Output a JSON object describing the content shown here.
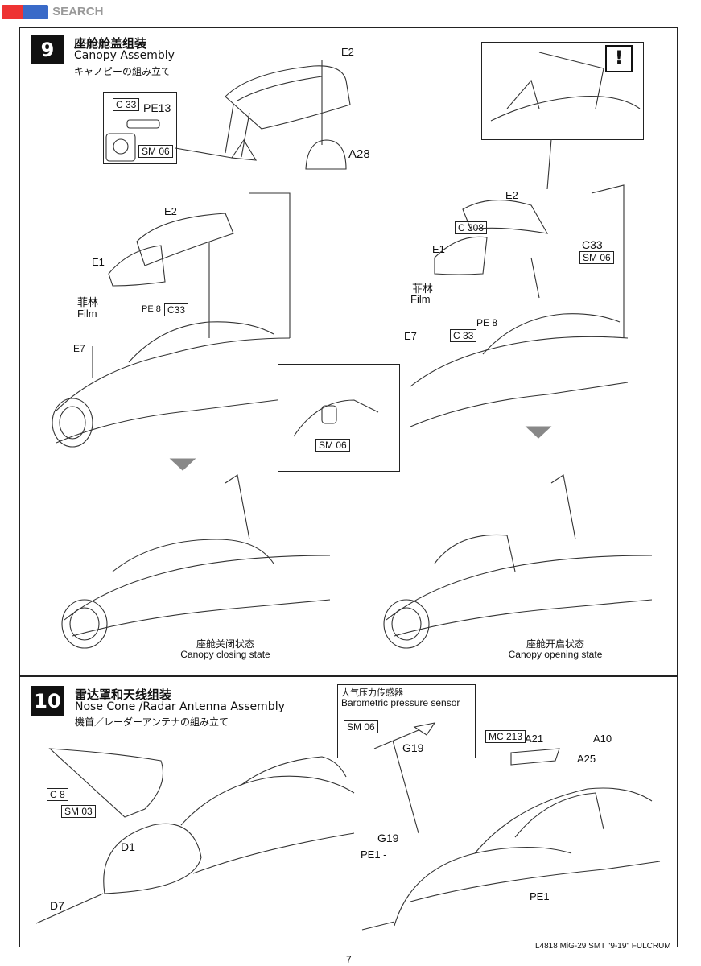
{
  "watermark": "SEARCH",
  "step9": {
    "number": "9",
    "title_cn": "座舱舱盖组装",
    "title_en": "Canopy Assembly",
    "title_jp": "キャノピーの組み立て",
    "inset_labels": {
      "c33": "C 33",
      "pe13": "PE13",
      "sm06": "SM 06"
    },
    "parts": {
      "e2_top": "E2",
      "a28": "A28",
      "e2_left": "E2",
      "e1_left": "E1",
      "film_cn": "菲林",
      "film_en": "Film",
      "pe8_left": "PE 8",
      "c33_left": "C33",
      "e7_left": "E7",
      "e2_right": "E2",
      "c308": "C 308",
      "e1_right": "E1",
      "c33_right": "C33",
      "sm06_right": "SM 06",
      "film_cn_r": "菲林",
      "film_en_r": "Film",
      "pe8_right": "PE 8",
      "e7_right": "E7",
      "c33_right2": "C 33",
      "sm06_detail": "SM 06",
      "warn": "!"
    },
    "caption_closed_cn": "座舱关闭状态",
    "caption_closed_en": "Canopy closing state",
    "caption_open_cn": "座舱开启状态",
    "caption_open_en": "Canopy opening state"
  },
  "step10": {
    "number": "10",
    "title_cn": "雷达罩和天线组装",
    "title_en": "Nose Cone /Radar Antenna Assembly",
    "title_jp": "機首／レーダーアンテナの組み立て",
    "sensor_cn": "大气压力传感器",
    "sensor_en": "Barometric pressure sensor",
    "parts": {
      "sm06": "SM 06",
      "g19_box": "G19",
      "c8": "C  8",
      "sm03": "SM  03",
      "d1": "D1",
      "d7": "D7",
      "g19": "G19",
      "pe1_left": "PE1 -",
      "mc213": "MC 213",
      "a21": "A21",
      "a10": "A10",
      "a25": "A25",
      "pe1_right": "PE1"
    }
  },
  "footer": {
    "page": "7",
    "model": "L4818 MiG-29 SMT \"9-19\" FULCRUM"
  }
}
